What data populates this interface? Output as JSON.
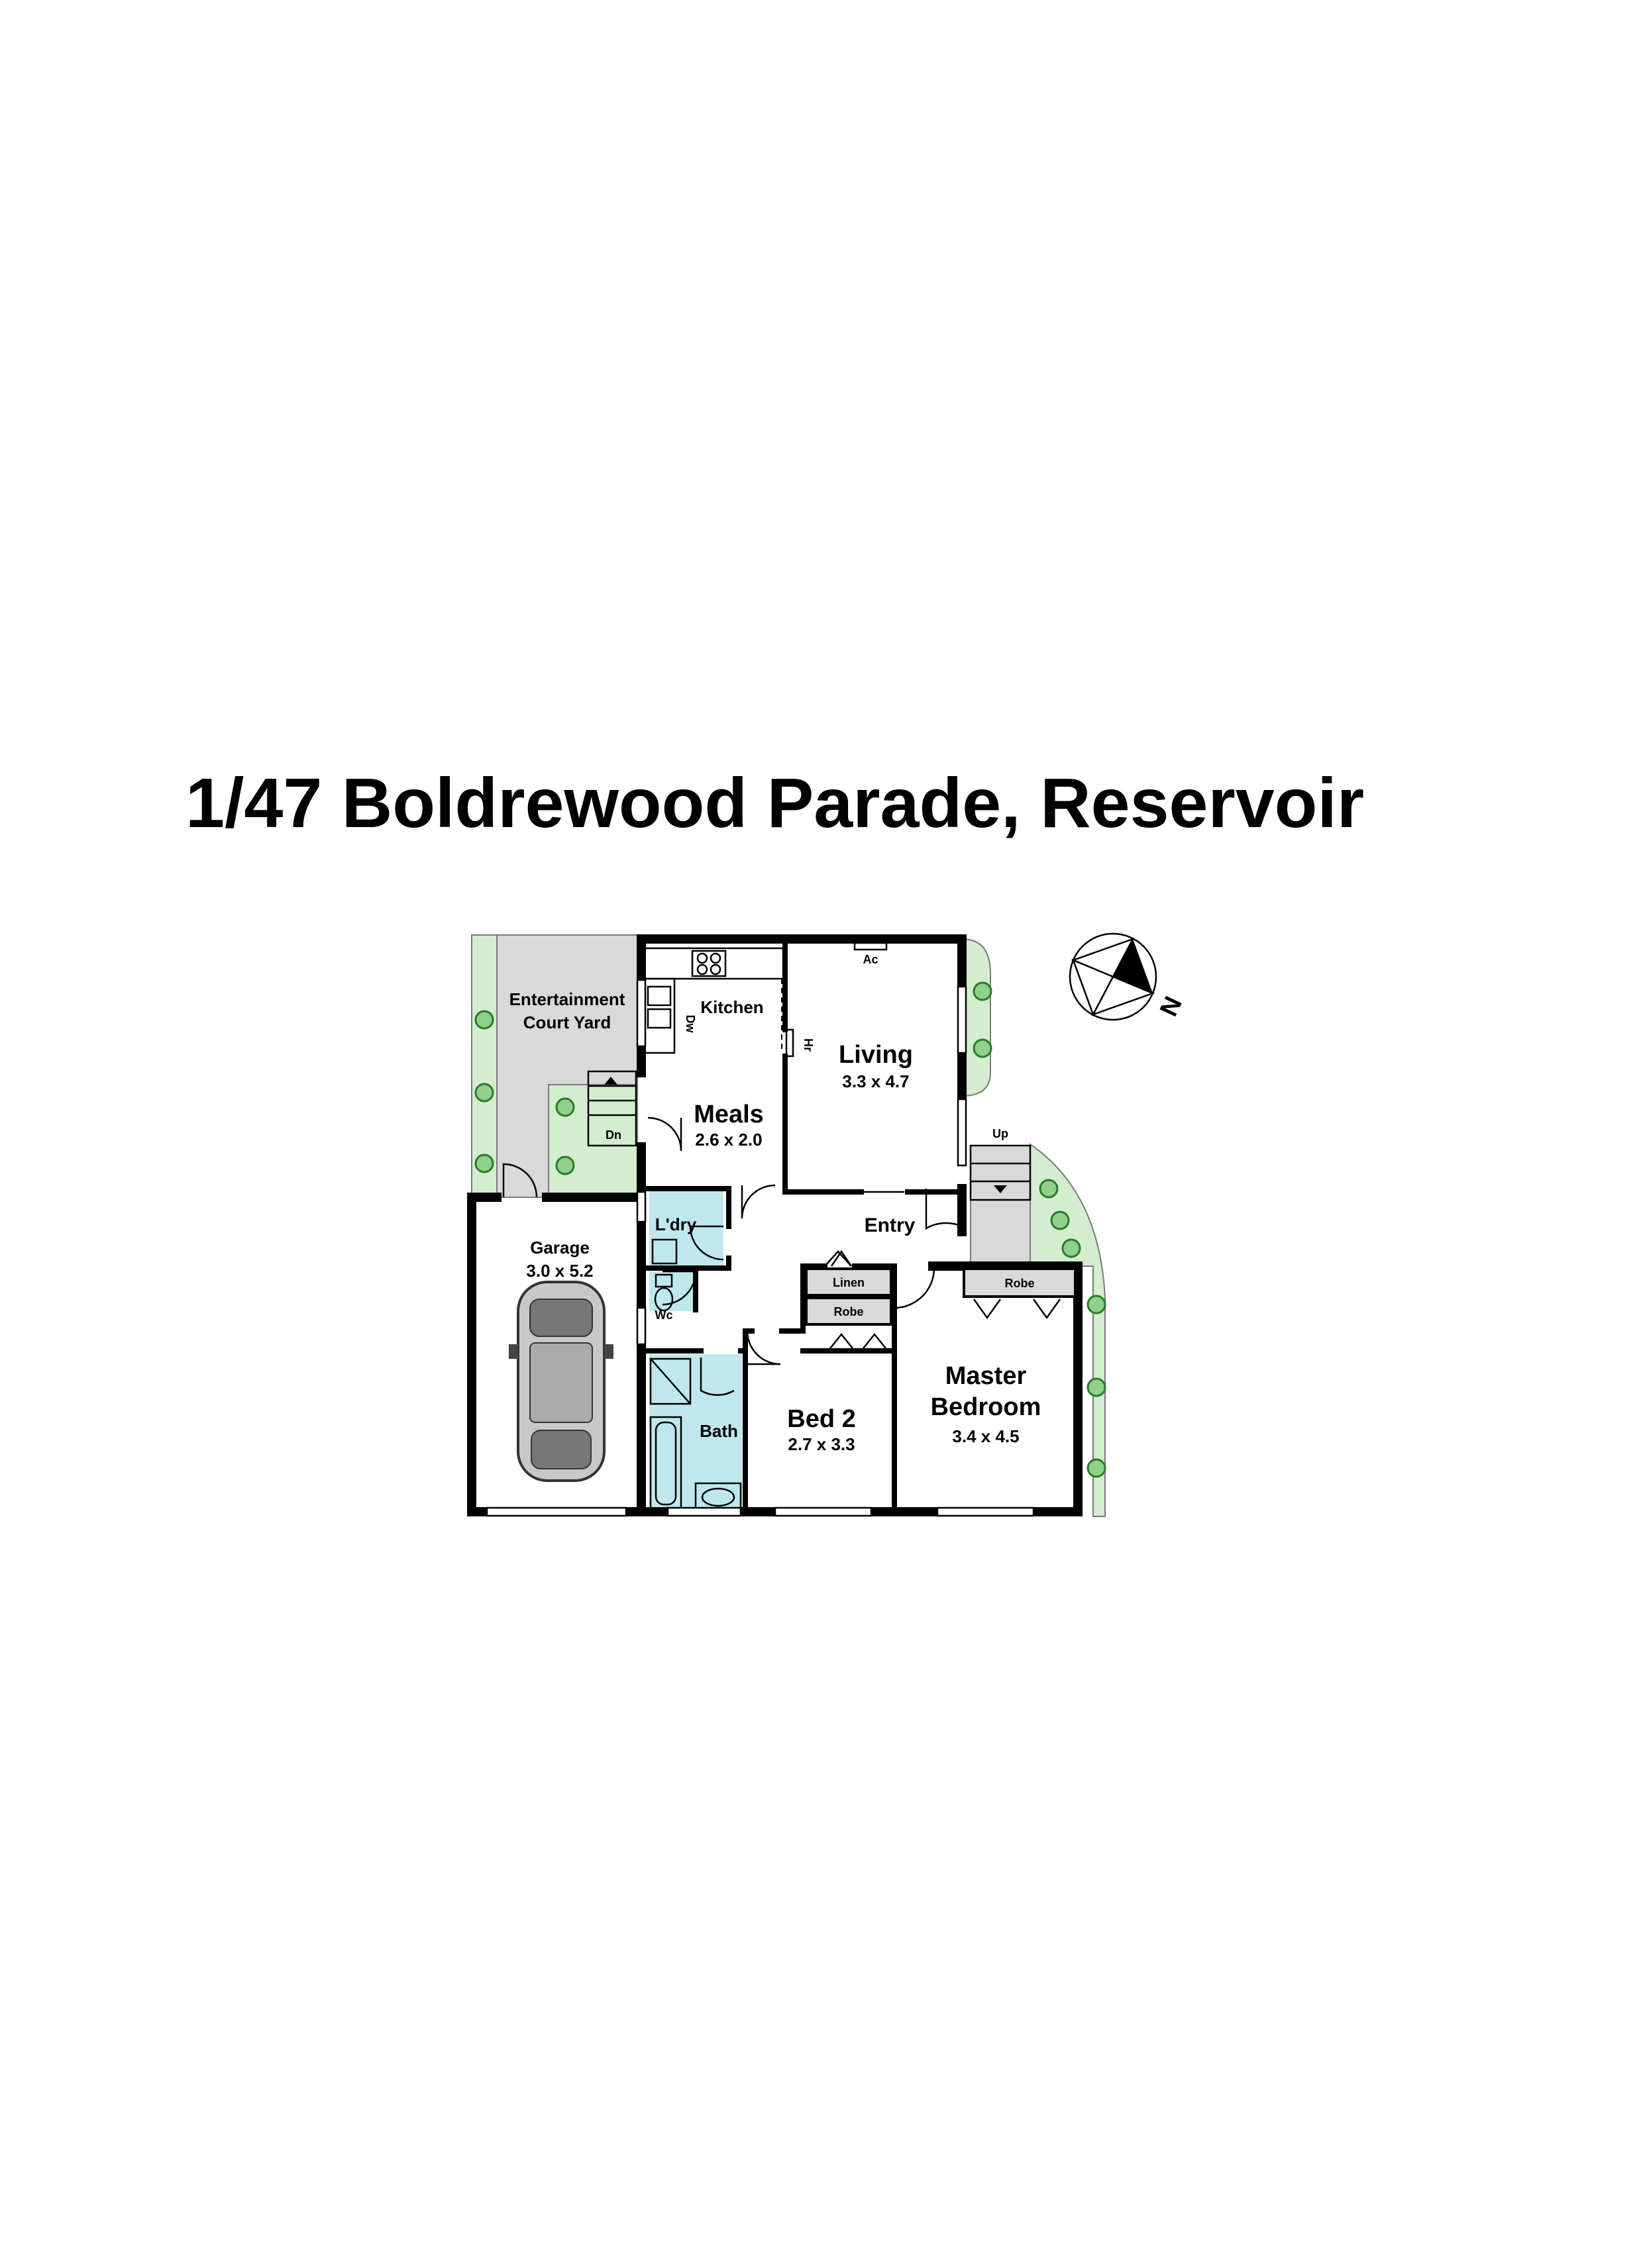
{
  "title": "1/47 Boldrewood Parade, Reservoir",
  "compass": {
    "label": "N",
    "icon": "north-arrow-icon"
  },
  "colors": {
    "garden": "#d4edcf",
    "paving": "#d9d9d9",
    "wet_area_tiles": "#bfe8ee",
    "walls": "#000000"
  },
  "rooms": {
    "courtyard": {
      "line1": "Entertainment",
      "line2": "Court Yard"
    },
    "kitchen": {
      "name": "Kitchen"
    },
    "living": {
      "name": "Living",
      "size": "3.3 x 4.7"
    },
    "meals": {
      "name": "Meals",
      "size": "2.6 x 2.0"
    },
    "laundry": {
      "name": "L'dry"
    },
    "entry": {
      "name": "Entry"
    },
    "garage": {
      "name": "Garage",
      "size": "3.0 x 5.2"
    },
    "wc": {
      "name": "Wc"
    },
    "bath": {
      "name": "Bath"
    },
    "linen": {
      "name": "Linen"
    },
    "robe_bed2": {
      "name": "Robe"
    },
    "robe_master": {
      "name": "Robe"
    },
    "bed2": {
      "name": "Bed 2",
      "size": "2.7 x 3.3"
    },
    "master": {
      "line1": "Master",
      "line2": "Bedroom",
      "size": "3.4 x 4.5"
    }
  },
  "fixtures": {
    "dishwasher": "Dw",
    "heater": "Hr",
    "air_conditioner": "Ac",
    "stairs_down": "Dn",
    "stairs_up": "Up"
  }
}
